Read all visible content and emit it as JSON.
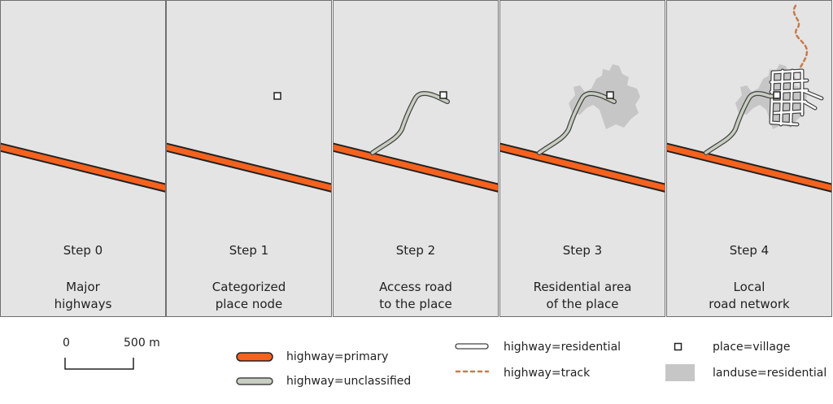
{
  "steps": [
    {
      "step": "Step 0",
      "desc": [
        "Major",
        "highways"
      ]
    },
    {
      "step": "Step 1",
      "desc": [
        "Categorized",
        "place node"
      ]
    },
    {
      "step": "Step 2",
      "desc": [
        "Access road",
        "to the place"
      ]
    },
    {
      "step": "Step 3",
      "desc": [
        "Residential area",
        "of the place"
      ]
    },
    {
      "step": "Step 4",
      "desc": [
        "Local",
        "road network"
      ]
    }
  ],
  "scale": {
    "start": "0",
    "end": "500 m"
  },
  "legend": {
    "primary": "highway=primary",
    "unclassified": "highway=unclassified",
    "residential": "highway=residential",
    "track": "highway=track",
    "village": "place=village",
    "landuse": "landuse=residential"
  },
  "colors": {
    "panel_bg": "#e4e4e4",
    "primary": "#f5621e",
    "unclassified": "#c8cfc0",
    "residential_road": "#ffffff",
    "track": "#c87a4b",
    "landuse": "#c6c6c6",
    "outline": "#222222"
  }
}
